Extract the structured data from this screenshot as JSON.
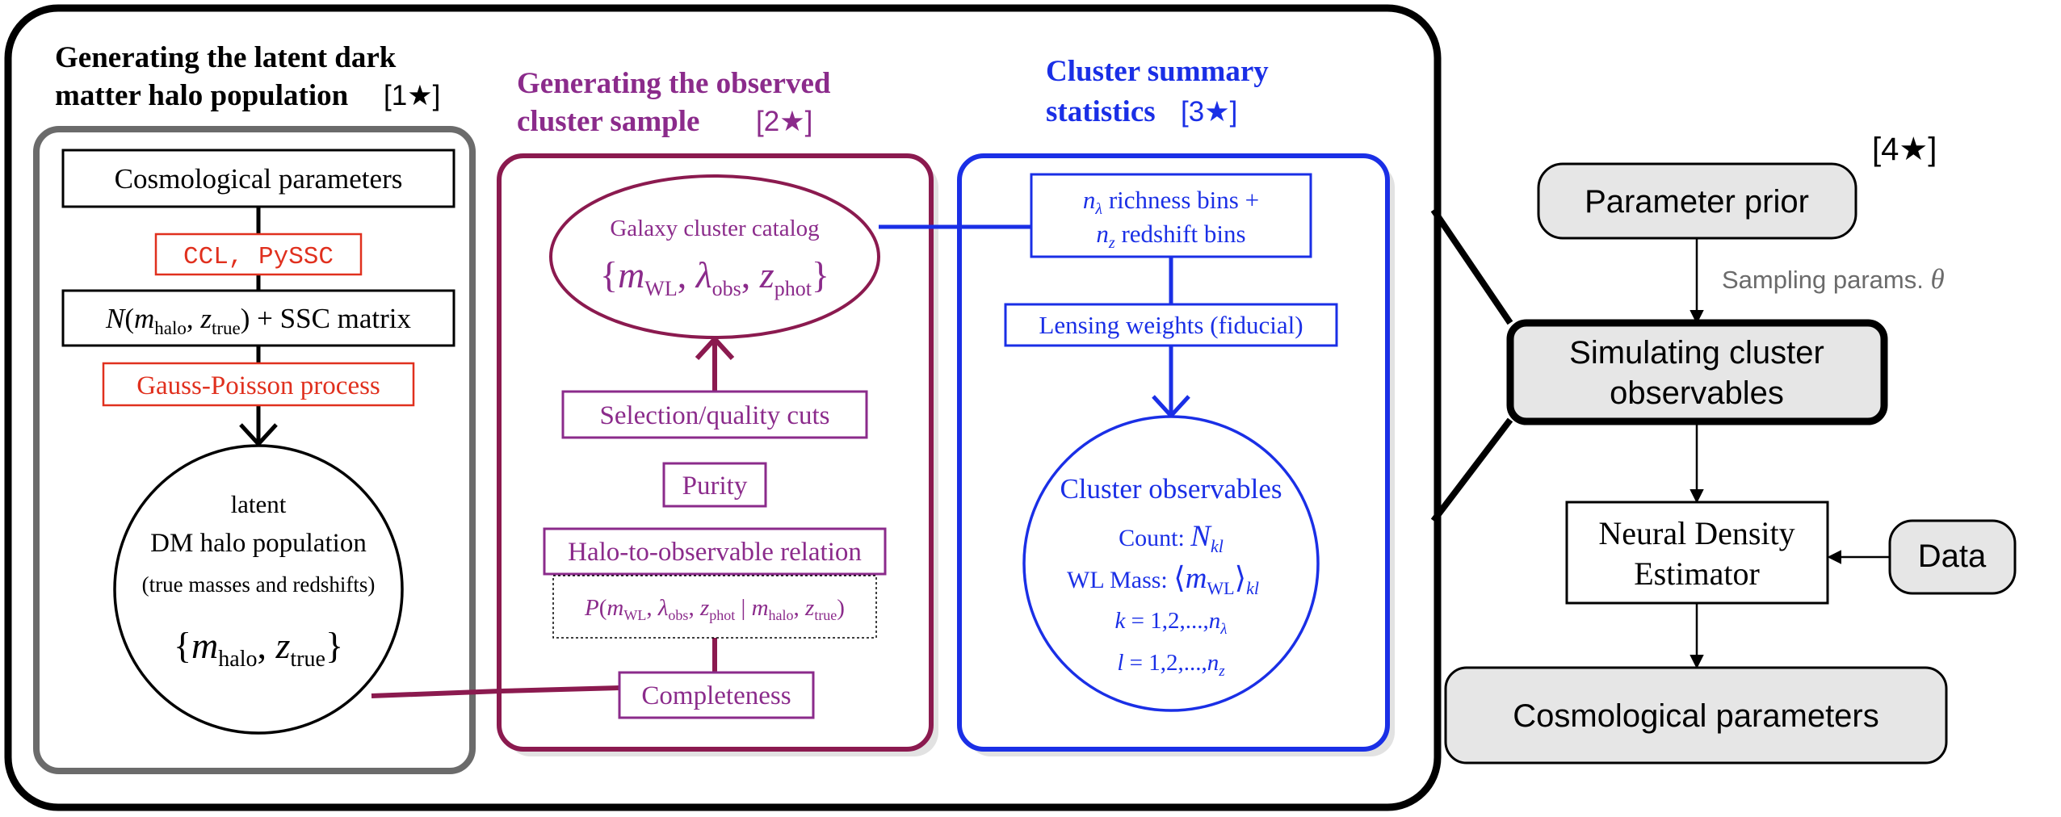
{
  "colors": {
    "black": "#000000",
    "grey_panel": "#6b6b6b",
    "maroon": "#8b1a4f",
    "purple": "#8b2b8b",
    "blue": "#1a2fe6",
    "red": "#e0301e",
    "node_fill": "#e6e6e6"
  },
  "panel1": {
    "title_line1": "Generating the latent dark",
    "title_line2": "matter halo population",
    "tag": "[1★]",
    "cosmo_params": "Cosmological parameters",
    "ccl": "CCL, PySSC",
    "n_expr": {
      "n": "N",
      "open": "(",
      "m": "m",
      "halo": "halo",
      "comma": ", ",
      "z": "z",
      "true": "true",
      "close": ") + SSC matrix"
    },
    "gauss": "Gauss-Poisson process",
    "circle_l1": "latent",
    "circle_l2": "DM halo population",
    "circle_l3": "(true masses and redshifts)",
    "circle_set": {
      "lb": "{",
      "m": "m",
      "halo": "halo",
      "comma": ", ",
      "z": "z",
      "true": "true",
      "rb": "}"
    }
  },
  "panel2": {
    "title_line1": "Generating the observed",
    "title_line2": "cluster sample",
    "tag": "[2★]",
    "catalog_label": "Galaxy cluster catalog",
    "catalog_set": {
      "lb": "{",
      "m": "m",
      "wl": "WL",
      "c1": ", ",
      "lam": "λ",
      "obs": "obs",
      "c2": ", ",
      "z": "z",
      "phot": "phot",
      "rb": "}"
    },
    "selection": "Selection/quality cuts",
    "purity": "Purity",
    "halo_obs": "Halo-to-observable relation",
    "prob": {
      "p": "P",
      "open": "(",
      "m": "m",
      "wl": "WL",
      "c1": ", ",
      "lam": "λ",
      "obs": "obs",
      "c2": ", ",
      "z": "z",
      "phot": "phot",
      "bar": " | ",
      "m2": "m",
      "halo": "halo",
      "c3": ", ",
      "z2": "z",
      "true": "true",
      "close": ")"
    },
    "completeness": "Completeness"
  },
  "panel3": {
    "title_line1": "Cluster summary",
    "title_line2": "statistics",
    "tag": "[3★]",
    "bins_l1": {
      "n": "n",
      "sub": "λ",
      "text": " richness bins +"
    },
    "bins_l2": {
      "n": "n",
      "sub": "z",
      "text": " redshift bins"
    },
    "lensing": "Lensing weights (fiducial)",
    "obs_title": "Cluster observables",
    "count": {
      "label": "Count:  ",
      "n": "N",
      "sub": "kl"
    },
    "wlmass": {
      "label": "WL Mass:  ",
      "open": "⟨",
      "m": "m",
      "wl": "WL",
      "close": "⟩",
      "sub": "kl"
    },
    "k_line": {
      "k": "k",
      "eq": " = 1,2,...,",
      "n": "n",
      "sub": "λ"
    },
    "l_line": {
      "l": "l",
      "eq": " = 1,2,...,",
      "n": "n",
      "sub": "z"
    }
  },
  "right": {
    "tag": "[4★]",
    "prior": "Parameter prior",
    "sampling": "Sampling params. ",
    "theta": "θ",
    "sim_l1": "Simulating cluster",
    "sim_l2": "observables",
    "nde_l1": "Neural Density",
    "nde_l2": "Estimator",
    "data": "Data",
    "cosmo": "Cosmological parameters"
  }
}
